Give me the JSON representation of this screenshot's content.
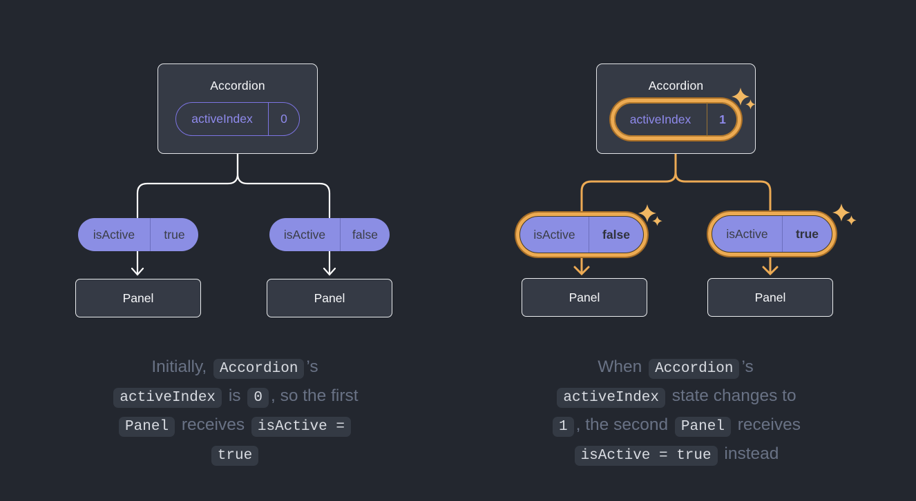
{
  "colors": {
    "background": "#23272f",
    "card_bg": "#353a45",
    "card_border": "#e3e5e8",
    "purple_accent": "#8f8aec",
    "pill_fill": "#8b8ee4",
    "highlight_orange": "#edab52",
    "wire_white": "#ffffff",
    "wire_orange": "#ecaa54",
    "caption_text": "#697285",
    "chip_bg": "#343a44",
    "chip_text": "#d9dce2"
  },
  "icons": {
    "sparkle": "four-pointed-star"
  },
  "diagrams": [
    {
      "name": "initial-state",
      "accordion": {
        "title": "Accordion",
        "state_label": "activeIndex",
        "state_value": "0",
        "highlighted": false
      },
      "pills": [
        {
          "label": "isActive",
          "value": "true",
          "highlighted": false
        },
        {
          "label": "isActive",
          "value": "false",
          "highlighted": false
        }
      ],
      "panels": [
        "Panel",
        "Panel"
      ],
      "caption": [
        [
          {
            "t": "text",
            "v": "Initially, "
          },
          {
            "t": "code",
            "v": "Accordion"
          },
          {
            "t": "text",
            "v": "’s"
          }
        ],
        [
          {
            "t": "code",
            "v": "activeIndex"
          },
          {
            "t": "text",
            "v": " is "
          },
          {
            "t": "code",
            "v": "0"
          },
          {
            "t": "text",
            "v": ", so the first"
          }
        ],
        [
          {
            "t": "code",
            "v": "Panel"
          },
          {
            "t": "text",
            "v": " receives "
          },
          {
            "t": "code",
            "v": "isActive ="
          }
        ],
        [
          {
            "t": "code",
            "v": "true"
          }
        ]
      ]
    },
    {
      "name": "updated-state",
      "accordion": {
        "title": "Accordion",
        "state_label": "activeIndex",
        "state_value": "1",
        "highlighted": true
      },
      "pills": [
        {
          "label": "isActive",
          "value": "false",
          "highlighted": true
        },
        {
          "label": "isActive",
          "value": "true",
          "highlighted": true
        }
      ],
      "panels": [
        "Panel",
        "Panel"
      ],
      "caption": [
        [
          {
            "t": "text",
            "v": "When "
          },
          {
            "t": "code",
            "v": "Accordion"
          },
          {
            "t": "text",
            "v": "’s"
          }
        ],
        [
          {
            "t": "code",
            "v": "activeIndex"
          },
          {
            "t": "text",
            "v": " state changes to"
          }
        ],
        [
          {
            "t": "code",
            "v": "1"
          },
          {
            "t": "text",
            "v": ", the second "
          },
          {
            "t": "code",
            "v": "Panel"
          },
          {
            "t": "text",
            "v": " receives"
          }
        ],
        [
          {
            "t": "code",
            "v": "isActive = true"
          },
          {
            "t": "text",
            "v": " instead"
          }
        ]
      ]
    }
  ]
}
